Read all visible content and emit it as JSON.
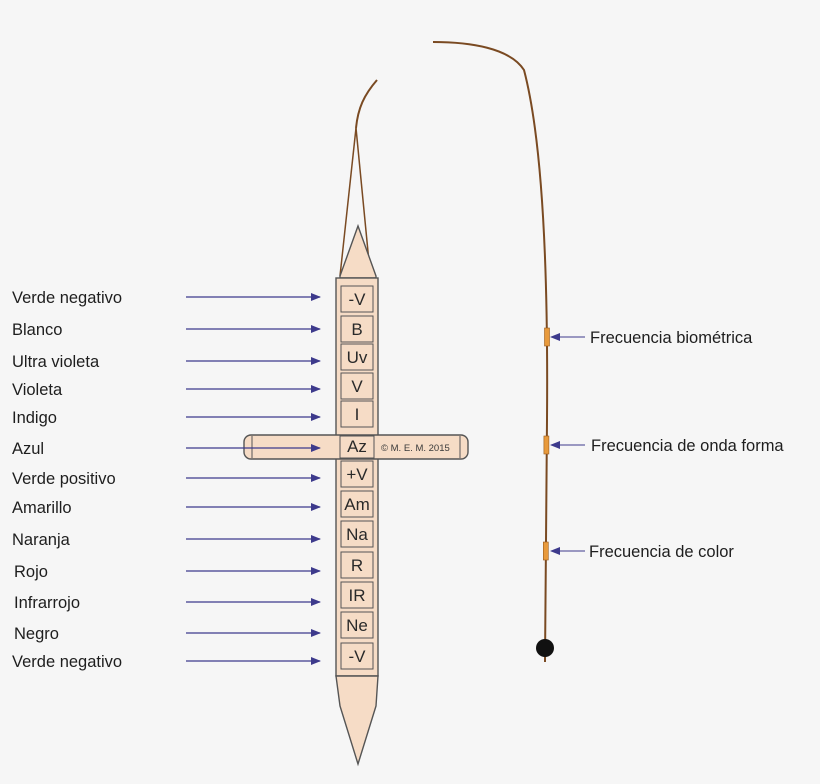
{
  "colors": {
    "background": "#f6f6f6",
    "rod_fill": "#f6dcc6",
    "rod_stroke": "#555555",
    "cord": "#7a4a22",
    "arrow": "#3d3a8c",
    "marker": "#e89a3c",
    "bob": "#111111"
  },
  "left_labels": [
    "Verde negativo",
    "Blanco",
    "Ultra violeta",
    "Violeta",
    "Indigo",
    "Azul",
    "Verde positivo",
    "Amarillo",
    "Naranja",
    "Rojo",
    "Infrarrojo",
    "Negro",
    "Verde negativo"
  ],
  "rod_cells": [
    "-V",
    "B",
    "Uv",
    "V",
    "I",
    "Az",
    "+V",
    "Am",
    "Na",
    "R",
    "IR",
    "Ne",
    "-V"
  ],
  "copyright": "© M. E. M. 2015",
  "right_labels": [
    "Frecuencia biométrica",
    "Frecuencia de onda forma",
    "Frecuencia de color"
  ]
}
